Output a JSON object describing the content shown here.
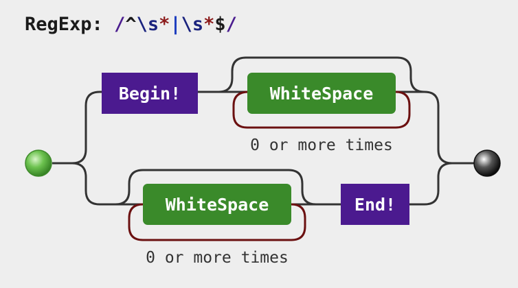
{
  "title": {
    "label": "RegExp:",
    "delimiter_open": "/",
    "anchor_start": "^",
    "class_1": "\\s",
    "quant_1": "*",
    "alternation": "|",
    "class_2": "\\s",
    "quant_2": "*",
    "anchor_end": "$",
    "delimiter_close": "/"
  },
  "nodes": {
    "begin": "Begin!",
    "whitespace_top": "WhiteSpace",
    "whitespace_bottom": "WhiteSpace",
    "end": "End!"
  },
  "notes": {
    "top_repeat": "0 or more times",
    "bottom_repeat": "0 or more times"
  },
  "colors": {
    "background": "#eeeeee",
    "anchor_box": "#4b1a8f",
    "class_box": "#3a8a2a",
    "repeat_loop": "#6b1010",
    "line": "#333333",
    "start_node": "#5fb04a",
    "end_node": "#111111"
  }
}
